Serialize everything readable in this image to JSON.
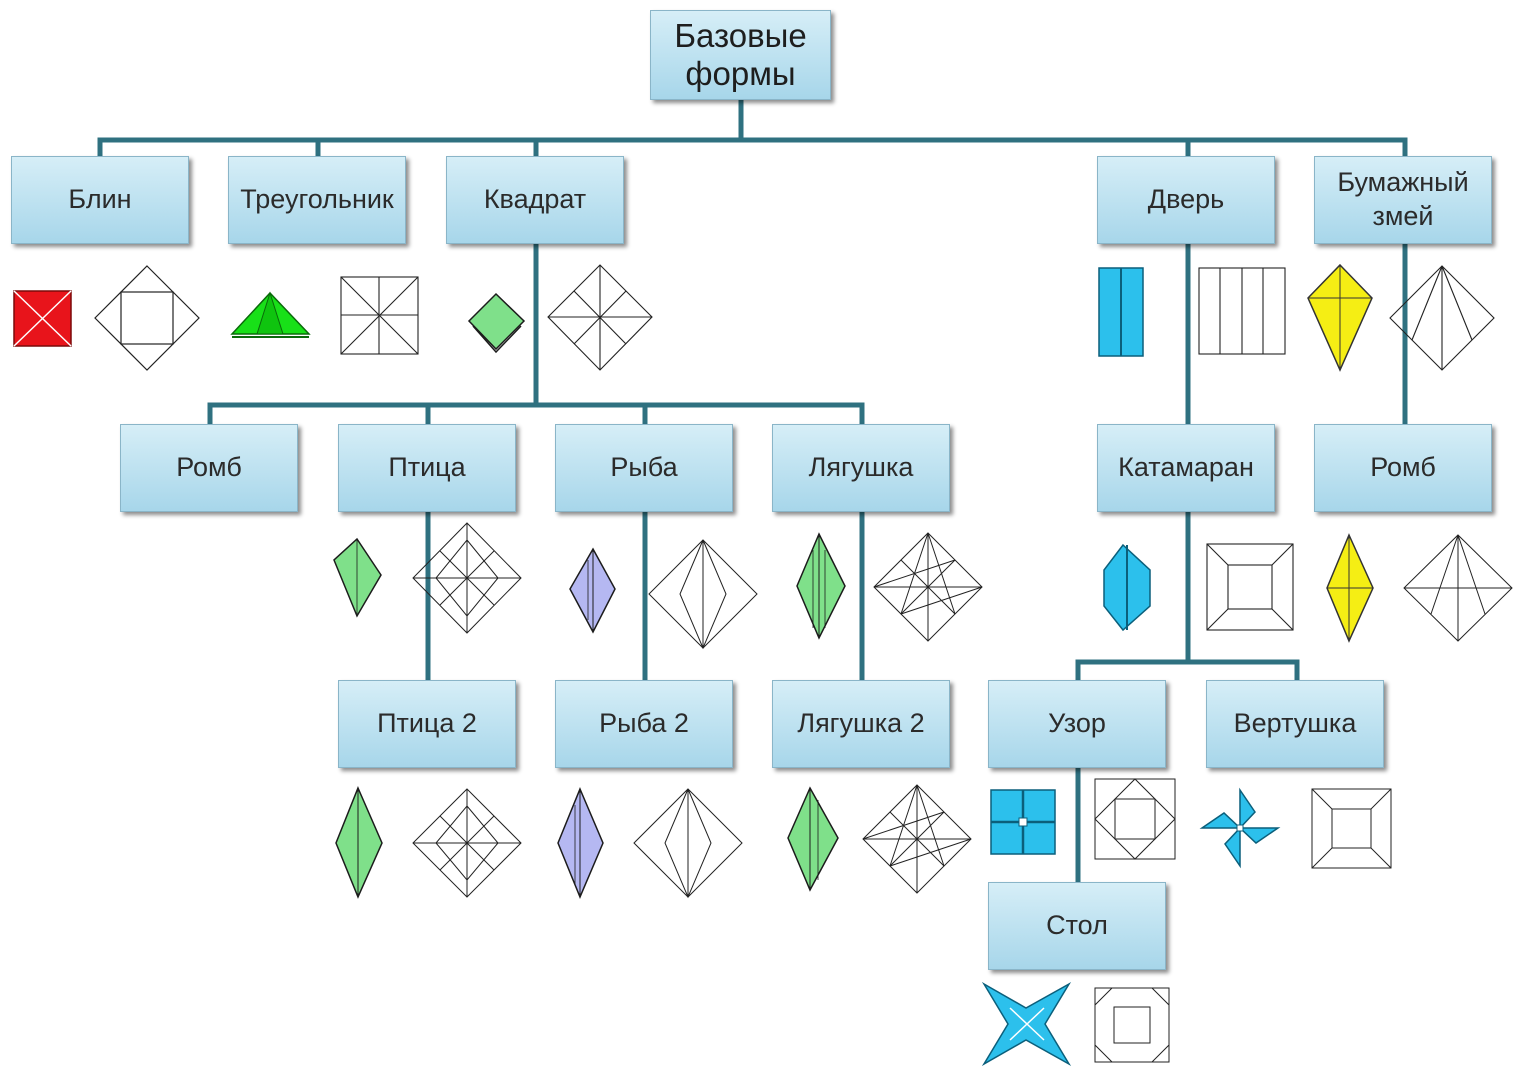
{
  "diagram": {
    "root": "Базовые\nформы",
    "level1": {
      "blin": "Блин",
      "treugolnik": "Треугольник",
      "kvadrat": "Квадрат",
      "dver": "Дверь",
      "zmey": "Бумажный\nзмей"
    },
    "level2": {
      "romb": "Ромб",
      "ptitsa": "Птица",
      "ryba": "Рыба",
      "lyagushka": "Лягушка",
      "katamaran": "Катамаран",
      "romb2": "Ромб"
    },
    "level3": {
      "ptitsa2": "Птица 2",
      "ryba2": "Рыба 2",
      "lyagushka2": "Лягушка 2",
      "uzor": "Узор",
      "vertushka": "Вертушка"
    },
    "level4": {
      "stol": "Стол"
    }
  },
  "colors": {
    "connector": "#2f7180",
    "node_fill_top": "#d6eef7",
    "node_fill_bottom": "#a7d6ea",
    "red": "#e8141b",
    "green": "#7fe08a",
    "bright_green": "#18e018",
    "blue": "#2cc0ec",
    "yellow": "#f5ee14",
    "lavender": "#b5b8f2"
  },
  "icons": [
    "blin-folded-icon",
    "blin-crease-icon",
    "triangle-folded-icon",
    "triangle-crease-icon",
    "square-folded-icon",
    "square-crease-icon",
    "door-folded-icon",
    "door-crease-icon",
    "kite-folded-icon",
    "kite-crease-icon",
    "bird-folded-icon",
    "bird-crease-icon",
    "fish-folded-icon",
    "fish-crease-icon",
    "frog-folded-icon",
    "frog-crease-icon",
    "catamaran-folded-icon",
    "catamaran-crease-icon",
    "rhombus-folded-icon",
    "rhombus-crease-icon",
    "bird2-folded-icon",
    "bird2-crease-icon",
    "fish2-folded-icon",
    "fish2-crease-icon",
    "frog2-folded-icon",
    "frog2-crease-icon",
    "pattern-folded-icon",
    "pattern-crease-icon",
    "pinwheel-folded-icon",
    "pinwheel-crease-icon",
    "table-folded-icon",
    "table-crease-icon"
  ]
}
